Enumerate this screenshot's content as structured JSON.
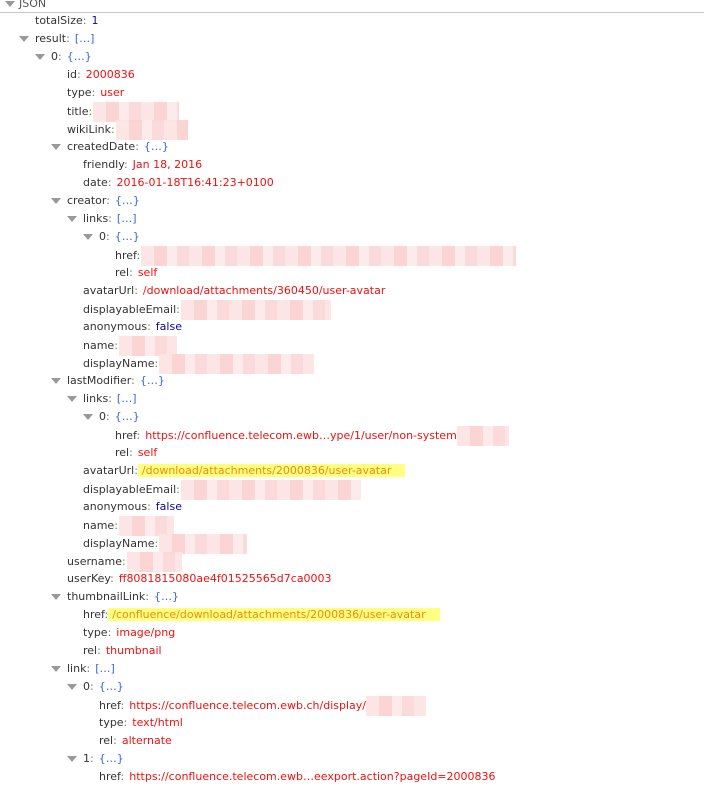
{
  "header": {
    "label": "JSON"
  },
  "rows": [
    {
      "depth": 0,
      "key": "totalSize",
      "value": "1",
      "kind": "num",
      "expandable": false
    },
    {
      "depth": 0,
      "key": "result",
      "value": "[…]",
      "kind": "br",
      "expandable": true
    },
    {
      "depth": 1,
      "key": "0",
      "value": "{…}",
      "kind": "br",
      "expandable": true
    },
    {
      "depth": 2,
      "key": "id",
      "value": "2000836",
      "kind": "str"
    },
    {
      "depth": 2,
      "key": "type",
      "value": "user",
      "kind": "str"
    },
    {
      "depth": 2,
      "key": "title",
      "value": "",
      "kind": "redacted"
    },
    {
      "depth": 2,
      "key": "wikiLink",
      "value": "",
      "kind": "redacted"
    },
    {
      "depth": 2,
      "key": "createdDate",
      "value": "{…}",
      "kind": "br",
      "expandable": true
    },
    {
      "depth": 3,
      "key": "friendly",
      "value": "Jan 18, 2016",
      "kind": "str"
    },
    {
      "depth": 3,
      "key": "date",
      "value": "2016-01-18T16:41:23+0100",
      "kind": "str"
    },
    {
      "depth": 2,
      "key": "creator",
      "value": "{…}",
      "kind": "br",
      "expandable": true
    },
    {
      "depth": 3,
      "key": "links",
      "value": "[…]",
      "kind": "br",
      "expandable": true
    },
    {
      "depth": 4,
      "key": "0",
      "value": "{…}",
      "kind": "br",
      "expandable": true
    },
    {
      "depth": 5,
      "key": "href",
      "value": "",
      "kind": "redacted"
    },
    {
      "depth": 5,
      "key": "rel",
      "value": "self",
      "kind": "str"
    },
    {
      "depth": 3,
      "key": "avatarUrl",
      "value": "/download/attachments/360450/user-avatar",
      "kind": "str"
    },
    {
      "depth": 3,
      "key": "displayableEmail",
      "value": "",
      "kind": "redacted"
    },
    {
      "depth": 3,
      "key": "anonymous",
      "value": "false",
      "kind": "bool"
    },
    {
      "depth": 3,
      "key": "name",
      "value": "",
      "kind": "redacted"
    },
    {
      "depth": 3,
      "key": "displayName",
      "value": "",
      "kind": "redacted"
    },
    {
      "depth": 2,
      "key": "lastModifier",
      "value": "{…}",
      "kind": "br",
      "expandable": true
    },
    {
      "depth": 3,
      "key": "links",
      "value": "[…]",
      "kind": "br",
      "expandable": true
    },
    {
      "depth": 4,
      "key": "0",
      "value": "{…}",
      "kind": "br",
      "expandable": true
    },
    {
      "depth": 5,
      "key": "href",
      "value": "https://confluence.telecom.ewb…ype/1/user/non-system",
      "kind": "str",
      "redact_tail": true
    },
    {
      "depth": 5,
      "key": "rel",
      "value": "self",
      "kind": "str"
    },
    {
      "depth": 3,
      "key": "avatarUrl",
      "value": "/download/attachments/2000836/user-avatar",
      "kind": "hl"
    },
    {
      "depth": 3,
      "key": "displayableEmail",
      "value": "",
      "kind": "redacted"
    },
    {
      "depth": 3,
      "key": "anonymous",
      "value": "false",
      "kind": "bool"
    },
    {
      "depth": 3,
      "key": "name",
      "value": "",
      "kind": "redacted"
    },
    {
      "depth": 3,
      "key": "displayName",
      "value": "",
      "kind": "redacted"
    },
    {
      "depth": 2,
      "key": "username",
      "value": "",
      "kind": "redacted"
    },
    {
      "depth": 2,
      "key": "userKey",
      "value": "ff8081815080ae4f01525565d7ca0003",
      "kind": "str"
    },
    {
      "depth": 2,
      "key": "thumbnailLink",
      "value": "{…}",
      "kind": "br",
      "expandable": true
    },
    {
      "depth": 3,
      "key": "href",
      "value": "/confluence/download/attachments/2000836/user-avatar",
      "kind": "hl"
    },
    {
      "depth": 3,
      "key": "type",
      "value": "image/png",
      "kind": "str"
    },
    {
      "depth": 3,
      "key": "rel",
      "value": "thumbnail",
      "kind": "str"
    },
    {
      "depth": 2,
      "key": "link",
      "value": "[…]",
      "kind": "br",
      "expandable": true
    },
    {
      "depth": 3,
      "key": "0",
      "value": "{…}",
      "kind": "br",
      "expandable": true
    },
    {
      "depth": 4,
      "key": "href",
      "value": "https://confluence.telecom.ewb.ch/display/",
      "kind": "str",
      "redact_tail": true
    },
    {
      "depth": 4,
      "key": "type",
      "value": "text/html",
      "kind": "str"
    },
    {
      "depth": 4,
      "key": "rel",
      "value": "alternate",
      "kind": "str"
    },
    {
      "depth": 3,
      "key": "1",
      "value": "{…}",
      "kind": "br",
      "expandable": true
    },
    {
      "depth": 4,
      "key": "href",
      "value": "https://confluence.telecom.ewb…eexport.action?pageId=2000836",
      "kind": "str"
    }
  ]
}
